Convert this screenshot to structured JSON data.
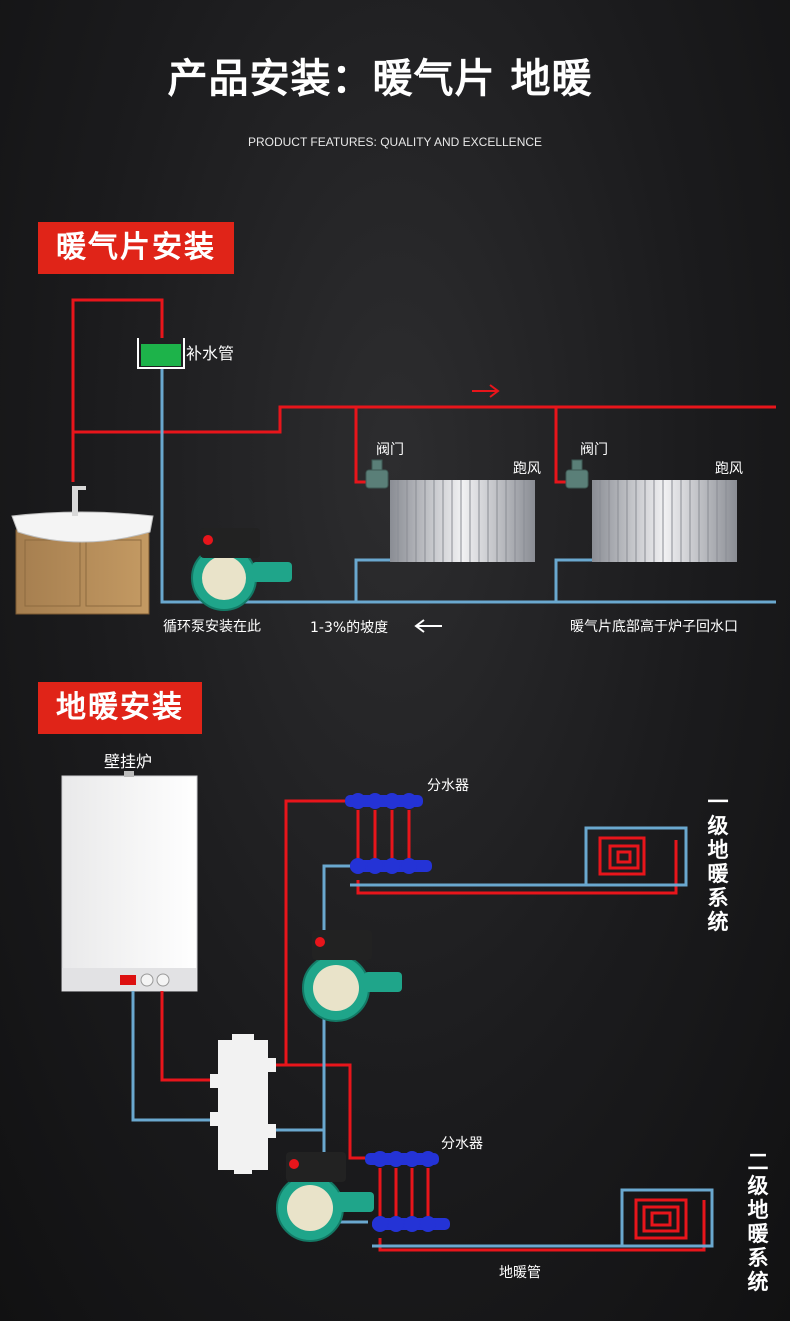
{
  "page": {
    "title": "产品安装：暖气片 地暖",
    "subtitle": "PRODUCT FEATURES: QUALITY AND EXCELLENCE"
  },
  "radiator_section": {
    "heading": "暖气片安装",
    "labels": {
      "makeup_pipe": "补水管",
      "valve_1": "阀门",
      "valve_2": "阀门",
      "vent_1": "跑风",
      "vent_2": "跑风",
      "pump_location": "循环泵安装在此",
      "slope": "1-3%的坡度",
      "radiator_note": "暖气片底部高于炉子回水口"
    },
    "arrows": {
      "flow_right": "→",
      "flow_left": "←"
    }
  },
  "floor_section": {
    "heading": "地暖安装",
    "labels": {
      "boiler": "壁挂炉",
      "manifold_1": "分水器",
      "manifold_2": "分水器",
      "floor_pipe": "地暖管",
      "primary_system": "一级地暖系统",
      "secondary_system": "二级地暖系统"
    }
  },
  "colors": {
    "supply_pipe": "#e8151b",
    "return_pipe": "#6aa8cf",
    "heading_bg": "#e02418",
    "manifold": "#2433d6",
    "pump_body": "#1fa58a"
  }
}
